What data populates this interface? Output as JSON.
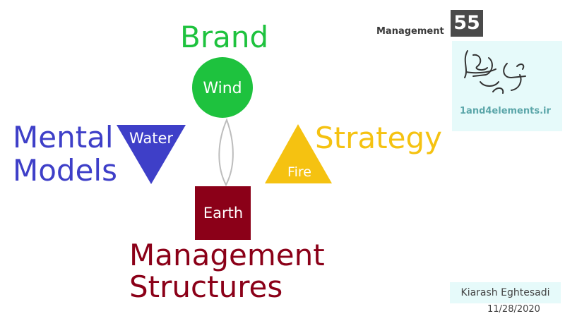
{
  "elements": {
    "wind": {
      "label": "Wind",
      "concept": "Brand",
      "color": "#1ec23e"
    },
    "water": {
      "label": "Water",
      "concept": "Mental Models",
      "concept_lines": [
        "Mental",
        "Models"
      ],
      "color": "#3e3fc8"
    },
    "fire": {
      "label": "Fire",
      "concept": "Strategy",
      "color": "#f5c211"
    },
    "earth": {
      "label": "Earth",
      "concept": "Management Structures",
      "concept_lines": [
        "Management",
        "Structures"
      ],
      "color": "#8b0018"
    }
  },
  "header": {
    "label": "Management",
    "number": "55"
  },
  "logo": {
    "text": "1and4elements.ir",
    "script": "عناصر آتما"
  },
  "footer": {
    "author": "Kiarash Eghtesadi",
    "date": "11/28/2020"
  },
  "colors": {
    "connector": "#bdbdbd",
    "logo_bg": "#e6fafa",
    "badge_bg": "#4a4a4a"
  }
}
